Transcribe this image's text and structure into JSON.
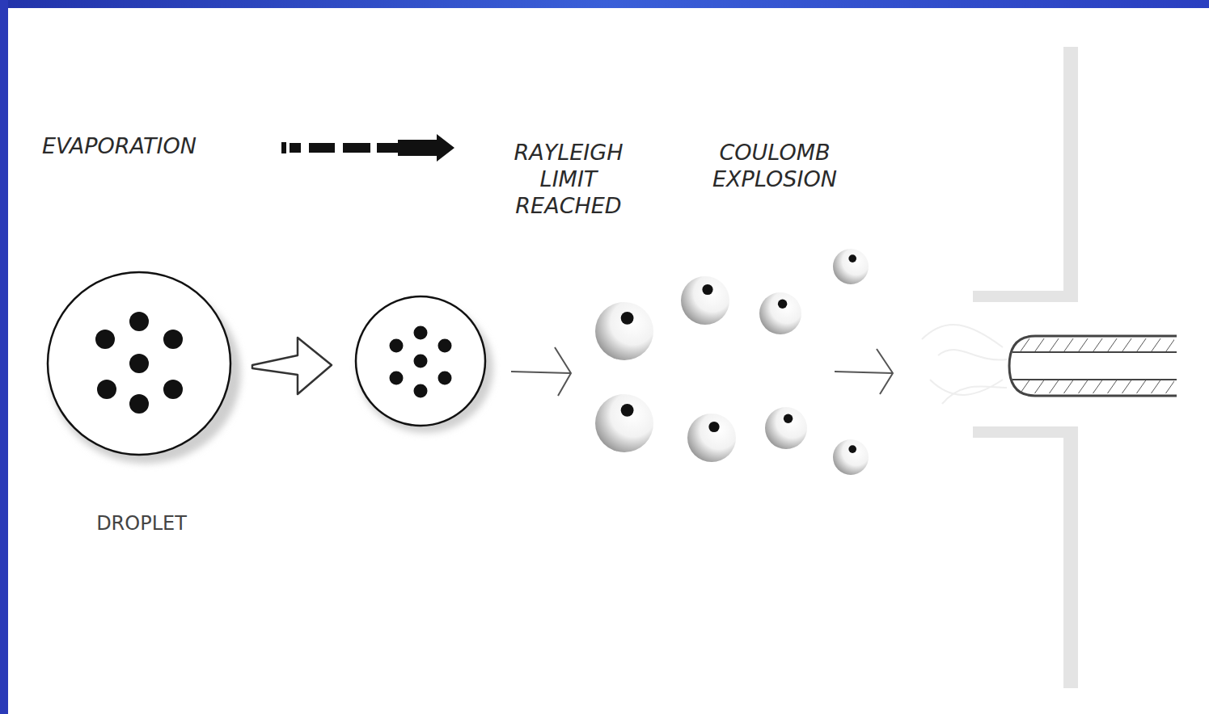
{
  "diagram": {
    "labels": [
      "EVAPORATION",
      "RAYLEIGH LIMIT REACHED",
      "COULOMB EXPLOSION",
      "DROPLET"
    ]
  }
}
